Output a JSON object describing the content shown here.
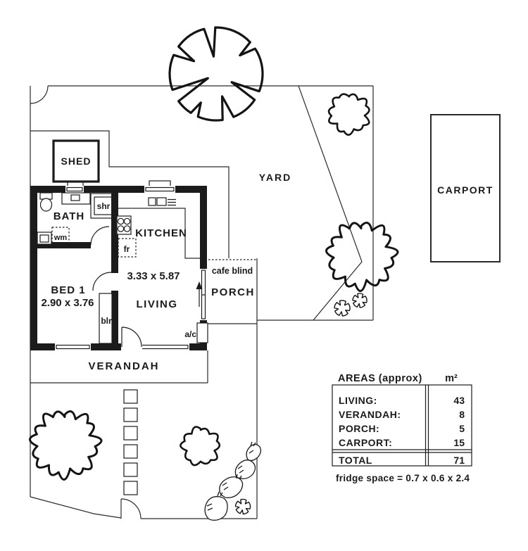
{
  "plan": {
    "rooms": {
      "shed": "SHED",
      "bath": "BATH",
      "kitchen": "KITCHEN",
      "bed1": {
        "name": "BED 1",
        "dims": "2.90 x 3.76"
      },
      "living": {
        "name": "LIVING",
        "dims": "3.33 x 5.87"
      },
      "verandah": "VERANDAH",
      "porch": "PORCH",
      "yard": "YARD",
      "carport": "CARPORT"
    },
    "labels": {
      "shower": "shr",
      "washing_machine": "wm",
      "fridge": "fr",
      "boiler": "blr",
      "air_conditioner": "a/c",
      "cafe_blind": "cafe blind"
    },
    "icons": {
      "trees": "tree-icon",
      "shrubs": "shrub-icon",
      "rocks": "rocks-icon",
      "entry_arrow": "entry-arrow-icon",
      "stepping_stones": "stepping-stone-icon"
    }
  },
  "areas_table": {
    "title": "AREAS (approx)",
    "unit_header": "m²",
    "rows": [
      {
        "label": "LIVING:",
        "value": "43"
      },
      {
        "label": "VERANDAH:",
        "value": "8"
      },
      {
        "label": "PORCH:",
        "value": "5"
      },
      {
        "label": "CARPORT:",
        "value": "15"
      }
    ],
    "total": {
      "label": "TOTAL",
      "value": "71"
    },
    "note": "fridge space = 0.7 x 0.6 x 2.4"
  }
}
